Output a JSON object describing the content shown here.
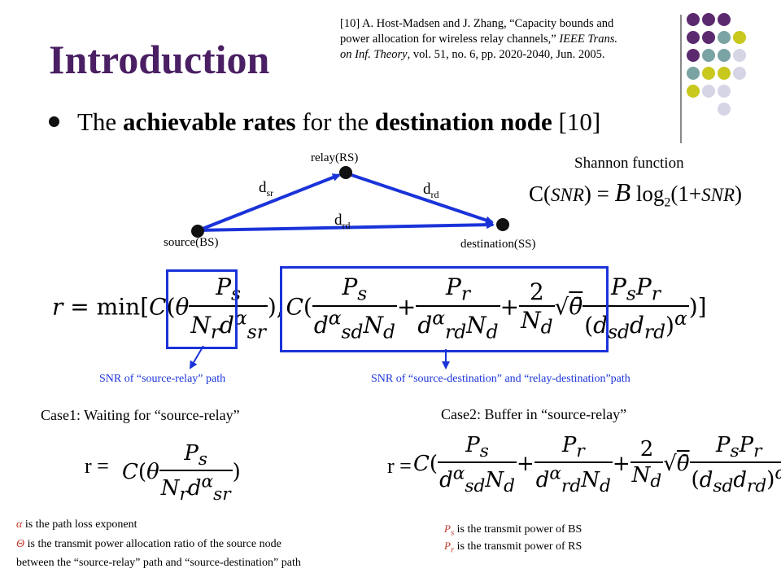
{
  "title": "Introduction",
  "reference": {
    "line1": "[10] A. Host-Madsen and J. Zhang, “Capacity bounds and",
    "line2_plain": "power allocation for wireless relay channels,” ",
    "line2_italic": "IEEE Trans.",
    "line3_italic": "on Inf. Theory",
    "line3_plain": ", vol. 51, no. 6, pp. 2020-2040, Jun. 2005."
  },
  "bullet": {
    "prefix": "The ",
    "bold1": "achievable rates",
    "middle": " for the ",
    "bold2": "destination node",
    "suffix": " [10]"
  },
  "diagram": {
    "relay_label": "relay(RS)",
    "source_label": "source(BS)",
    "destination_label": "destination(SS)",
    "link_sr": {
      "main": "d",
      "sub": "sr"
    },
    "link_rd": {
      "main": "d",
      "sub": "rd"
    },
    "link_sd": {
      "main": "d",
      "sub": "rd"
    }
  },
  "shannon": {
    "title": "Shannon function",
    "lhs": "C(",
    "snr": "SNR",
    "eq": ") = ",
    "b": "B",
    "log": " log",
    "log_sub": "2",
    "paren_open": "(1+",
    "snr2": "SNR",
    "paren_close": ")"
  },
  "snr_labels": {
    "left": "SNR of  “source-relay” path",
    "right": "SNR of  “source-destination” and “relay-destination”path"
  },
  "cases": {
    "case1": "Case1: Waiting for “source-relay”",
    "case2": "Case2: Buffer in “source-relay”",
    "r_label": "r ="
  },
  "notes": {
    "alpha_sym": "α",
    "alpha_text": " is the path loss exponent",
    "theta_sym": "Θ",
    "theta_text": "  is the transmit power allocation ratio of the source node",
    "theta_text2": "between the “source-relay” path and “source-destination” path",
    "ps_sym": "P",
    "ps_sub": "s",
    "ps_text": "  is the transmit power of BS",
    "pr_sym": "P",
    "pr_sub": "r",
    "pr_text": "  is the transmit power of RS"
  },
  "colors": {
    "title": "#4a1f63",
    "arrow": "#1a33d9",
    "purple_dot": "#5b2a6e",
    "teal_dot": "#7aa3a3",
    "yellow_dot": "#c8c81e",
    "gray_dot": "#d5d5e5"
  }
}
